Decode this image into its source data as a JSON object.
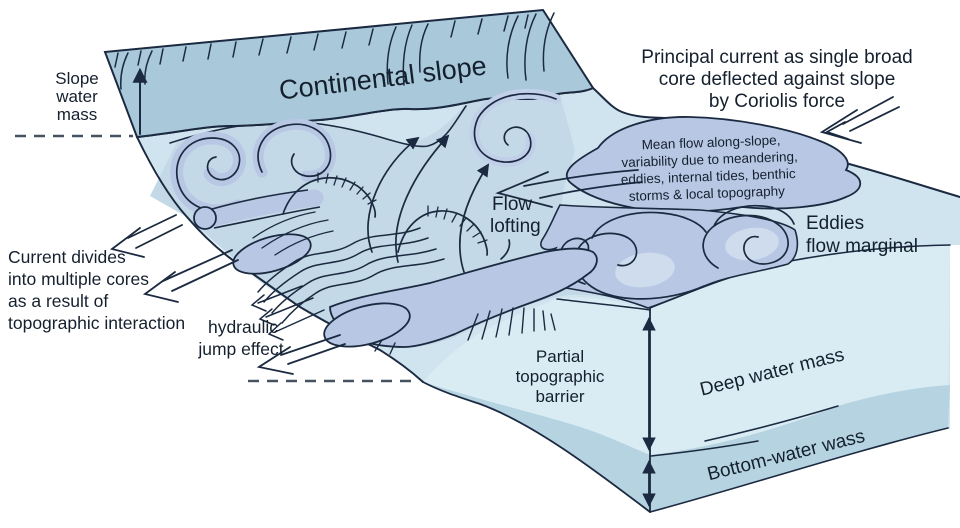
{
  "figure": {
    "description": "Block diagram of deep-ocean bottom currents interacting with a continental slope"
  },
  "colors": {
    "background": "#ffffff",
    "slope_surface": "#a9c8da",
    "water_surface_light": "#d0e4ef",
    "water_surface_mid": "#c4d9e8",
    "eddy_core": "#b8c7e3",
    "eddy_inner": "#cfdcee",
    "cross_section_face": "#d9ecf4",
    "bottom_water_band": "#b6d3e1",
    "outline": "#1b2a40",
    "text": "#15202e"
  },
  "labels": {
    "continental_slope": "Continental slope",
    "slope_water_mass": {
      "lines": [
        "Slope",
        "water",
        "mass"
      ]
    },
    "principal_current": {
      "lines": [
        "Principal current as single broad",
        "core deflected against slope",
        "by Coriolis force"
      ]
    },
    "mean_flow": {
      "lines": [
        "Mean flow along-slope,",
        "variability due to meandering,",
        "eddies, internal tides, benthic",
        "storms & local topography"
      ]
    },
    "flow_lofting": {
      "lines": [
        "Flow",
        "lofting"
      ]
    },
    "eddies_marginal": {
      "lines": [
        "Eddies",
        "flow marginal"
      ]
    },
    "current_divides": {
      "lines": [
        "Current divides",
        "into multiple cores",
        "as a result of",
        "topographic interaction"
      ]
    },
    "hydraulic_jump": {
      "lines": [
        "hydraulic",
        "jump effect"
      ]
    },
    "partial_barrier": {
      "lines": [
        "Partial",
        "topographic",
        "barrier"
      ]
    },
    "deep_water_mass": "Deep water mass",
    "bottom_water_mass": "Bottom-water wass"
  }
}
